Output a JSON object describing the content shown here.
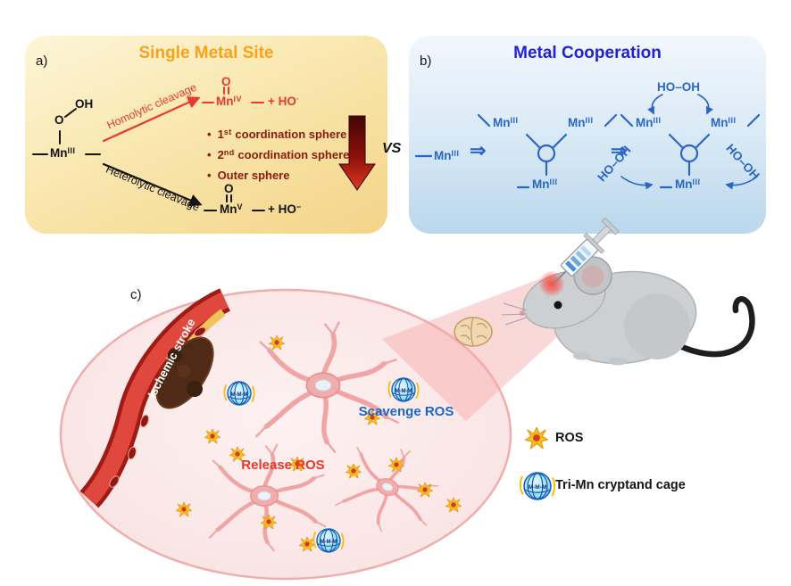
{
  "panel_a": {
    "label": "a)",
    "title": "Single Metal Site",
    "reactant": {
      "oh": "OH",
      "o": "O",
      "mn": "Mn",
      "ox": "III"
    },
    "homolytic": "Homolytic cleavage",
    "heterolytic": "Heterolytic cleavage",
    "product_top": {
      "o": "O",
      "mn": "Mn",
      "ox": "IV",
      "plus": "+",
      "species": "HO",
      "charge": "·"
    },
    "product_bottom": {
      "o": "O",
      "mn": "Mn",
      "ox": "V",
      "plus": "+",
      "species": "HO",
      "charge": "−"
    },
    "bullet_char": "•",
    "bullets": [
      {
        "num": "1",
        "ord": "st",
        "text": " coordination sphere"
      },
      {
        "num": "2",
        "ord": "nd",
        "text": " coordination sphere"
      },
      {
        "num": "",
        "ord": "",
        "text": "Outer sphere"
      }
    ]
  },
  "vs": "VS",
  "panel_b": {
    "label": "b)",
    "title": "Metal Cooperation",
    "mn": "Mn",
    "ox": "III",
    "implies": "⇒",
    "peroxide": "HO–OH"
  },
  "panel_c": {
    "label": "c)",
    "stroke_label": "Ischemic stroke",
    "release": "Release ROS",
    "scavenge": "Scavenge ROS",
    "cage_letters": "M-M-M"
  },
  "legend": {
    "ros": "ROS",
    "cage": "Tri-Mn cryptand cage"
  }
}
